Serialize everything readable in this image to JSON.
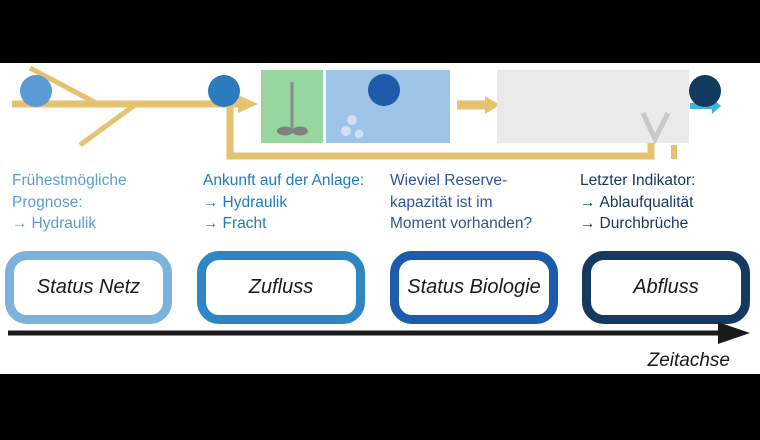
{
  "glyphs": {
    "arrow": "→"
  },
  "annotations": [
    {
      "name": "status-netz",
      "lines": [
        "Frühestmögliche",
        "Prognose:"
      ],
      "bullets": [
        "Hydraulik"
      ],
      "color": "#5B9BD5"
    },
    {
      "name": "zufluss",
      "lines": [
        "Ankunft auf der Anlage:"
      ],
      "bullets": [
        "Hydraulik",
        "Fracht"
      ],
      "color": "#1E7BC0"
    },
    {
      "name": "status-biologie",
      "lines": [
        "Wieviel Reserve-",
        "kapazität ist im",
        "Moment vorhanden?"
      ],
      "bullets": [],
      "color": "#2F5597"
    },
    {
      "name": "abfluss",
      "lines": [
        "Letzter Indikator:"
      ],
      "bullets": [
        "Ablaufqualität",
        "Durchbrüche"
      ],
      "color": "#17375E"
    }
  ],
  "stages": [
    {
      "label": "Status Netz",
      "border_color": "#7DB2DC"
    },
    {
      "label": "Zufluss",
      "border_color": "#2E86C5"
    },
    {
      "label": "Status Biologie",
      "border_color": "#1D5BAB"
    },
    {
      "label": "Abfluss",
      "border_color": "#153A5F"
    }
  ],
  "timeline": {
    "label": "Zeitachse",
    "color": "#1a1a1a"
  },
  "diagram": {
    "pipe_color": "#E5C26F",
    "elements": [
      {
        "icon": "sewer-network-lines",
        "color": "#E5C26F"
      },
      {
        "icon": "network-sensor-node",
        "color": "#5B9BD5"
      },
      {
        "icon": "inflow-sensor-node",
        "color": "#2D7BBF"
      },
      {
        "icon": "mixing-tank",
        "color": "#97D6A1"
      },
      {
        "icon": "mixer-icon",
        "color": "#7F7F7F"
      },
      {
        "icon": "aeration-tank",
        "color": "#9DC3E6"
      },
      {
        "icon": "biology-sensor-node",
        "color": "#1E5BA8"
      },
      {
        "icon": "air-bubbles",
        "color": "#CFE0F2"
      },
      {
        "icon": "secondary-clarifier-tank",
        "color": "#EAEAEA"
      },
      {
        "icon": "v-notch-weir-icon",
        "color": "#C9C9C9"
      },
      {
        "icon": "effluent-sensor-node",
        "color": "#12395E"
      },
      {
        "icon": "effluent-arrow-icon",
        "color": "#3FB3DA"
      },
      {
        "icon": "bypass-return-line",
        "color": "#E5C26F"
      }
    ]
  }
}
